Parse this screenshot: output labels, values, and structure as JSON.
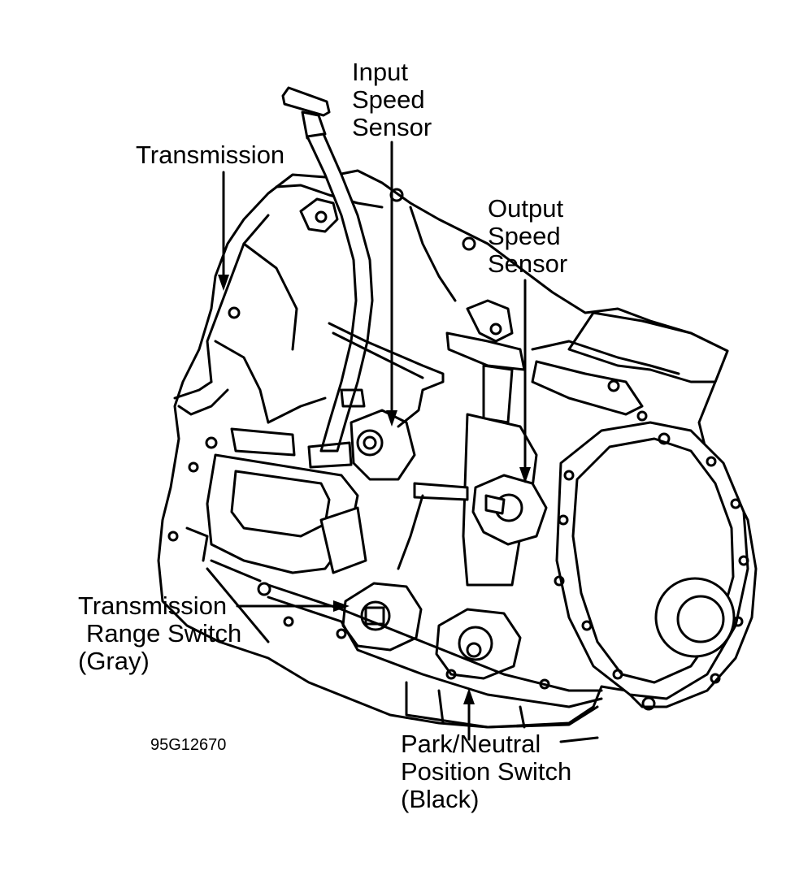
{
  "labels": {
    "input_speed_sensor": [
      "Input",
      "Speed",
      "Sensor"
    ],
    "transmission": "Transmission",
    "output_speed_sensor": [
      "Output",
      "Speed",
      "Sensor"
    ],
    "transmission_range_switch": [
      "Transmission",
      "Range Switch",
      "(Gray)"
    ],
    "park_neutral_switch": [
      "Park/Neutral",
      "Position Switch",
      "(Black)"
    ]
  },
  "figure_id": "95G12670"
}
